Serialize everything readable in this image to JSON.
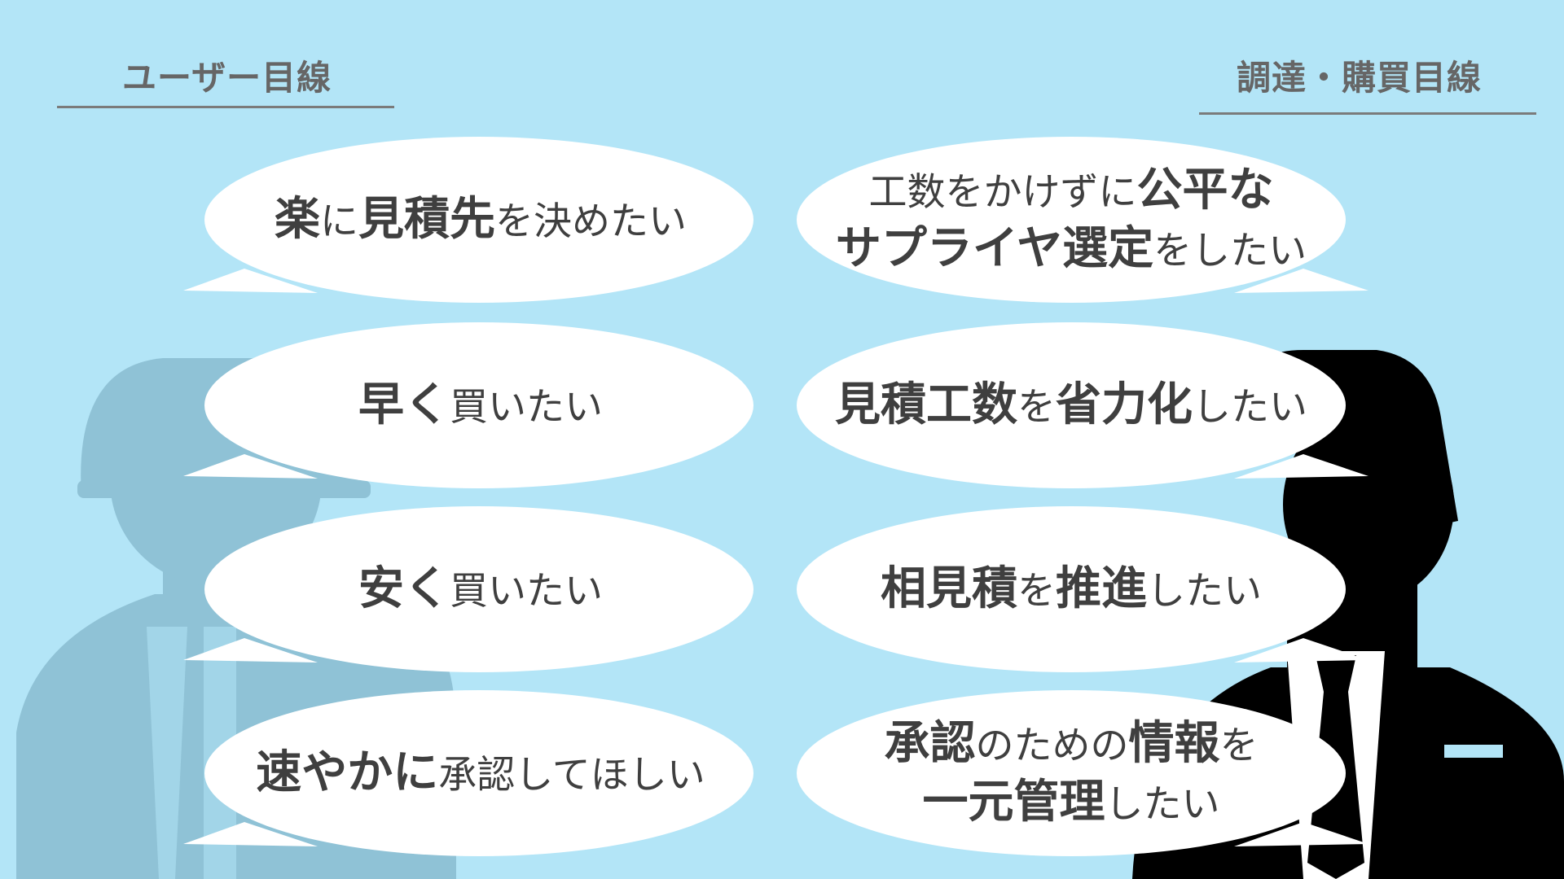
{
  "headings": {
    "user": "ユーザー目線",
    "procurement": "調達・購買目線"
  },
  "user_bubbles": [
    [
      {
        "t": "楽",
        "b": true
      },
      {
        "t": "に",
        "b": false
      },
      {
        "t": "見積先",
        "b": true
      },
      {
        "t": "を決めたい",
        "b": false
      }
    ],
    [
      {
        "t": "早く",
        "b": true
      },
      {
        "t": "買いたい",
        "b": false
      }
    ],
    [
      {
        "t": "安く",
        "b": true
      },
      {
        "t": "買いたい",
        "b": false
      }
    ],
    [
      {
        "t": "速やかに",
        "b": true
      },
      {
        "t": "承認してほしい",
        "b": false
      }
    ]
  ],
  "procurement_bubbles": [
    {
      "line1": [
        {
          "t": "工数をかけずに",
          "b": false
        },
        {
          "t": "公平な",
          "b": true
        }
      ],
      "line2": [
        {
          "t": "サプライヤ選定",
          "b": true
        },
        {
          "t": "をしたい",
          "b": false
        }
      ]
    },
    {
      "line1": [
        {
          "t": "見積工数",
          "b": true
        },
        {
          "t": "を",
          "b": false
        },
        {
          "t": "省力化",
          "b": true
        },
        {
          "t": "したい",
          "b": false
        }
      ],
      "line2": []
    },
    {
      "line1": [
        {
          "t": "相見積",
          "b": true
        },
        {
          "t": "を",
          "b": false
        },
        {
          "t": "推進",
          "b": true
        },
        {
          "t": "したい",
          "b": false
        }
      ],
      "line2": []
    },
    {
      "line1": [
        {
          "t": "承認",
          "b": true
        },
        {
          "t": "のための",
          "b": false
        },
        {
          "t": "情報",
          "b": true
        },
        {
          "t": "を",
          "b": false
        }
      ],
      "line2": [
        {
          "t": "一元管理",
          "b": true
        },
        {
          "t": "したい",
          "b": false
        }
      ]
    }
  ],
  "colors": {
    "background": "#b3e5f7",
    "user_silhouette": "#8fc2d6",
    "procurement_silhouette": "#000000",
    "bubble": "#ffffff",
    "text": "#3f3f3f",
    "heading": "#666666"
  }
}
